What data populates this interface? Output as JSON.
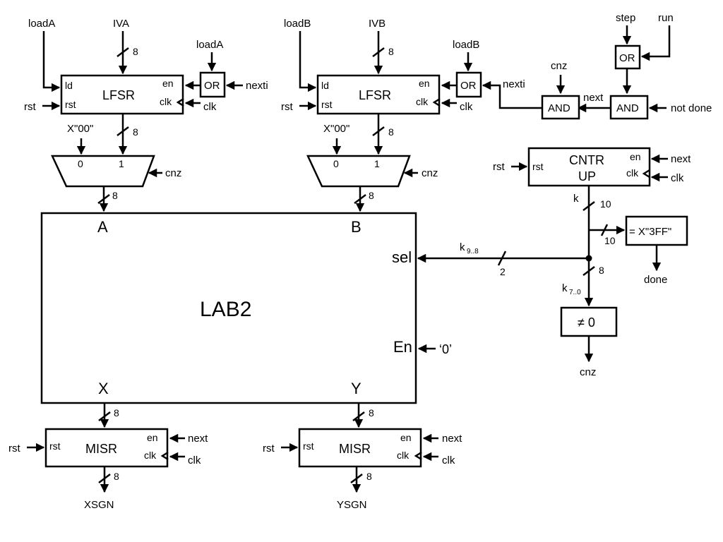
{
  "labels": {
    "load_a": "loadA",
    "load_b": "loadB",
    "iva": "IVA",
    "ivb": "IVB",
    "step": "step",
    "run": "run",
    "rst": "rst",
    "clk": "clk",
    "en": "en",
    "ld": "ld",
    "nexti": "nexti",
    "next": "next",
    "cnz": "cnz",
    "not_done": "not done",
    "done": "done",
    "zero_const": "X\"00\"",
    "k": "k",
    "k98_base": "k",
    "k98_sub": "9..8",
    "k70_base": "k",
    "k70_sub": "7..0",
    "en_const": "‘0’",
    "xsgn": "XSGN",
    "ysgn": "YSGN",
    "mux_in0": "0",
    "mux_in1": "1"
  },
  "buses": {
    "w8": "8",
    "w10": "10",
    "w2": "2"
  },
  "blocks": {
    "lfsr": "LFSR",
    "misr": "MISR",
    "or_gate": "OR",
    "and_gate": "AND",
    "cntr_line1": "CNTR",
    "cntr_line2": "UP",
    "cmp_3ff": "= X\"3FF\"",
    "cmp_nz": "≠ 0",
    "lab2": "LAB2"
  },
  "ports": {
    "a": "A",
    "b": "B",
    "x": "X",
    "y": "Y",
    "sel": "sel",
    "en": "En"
  }
}
